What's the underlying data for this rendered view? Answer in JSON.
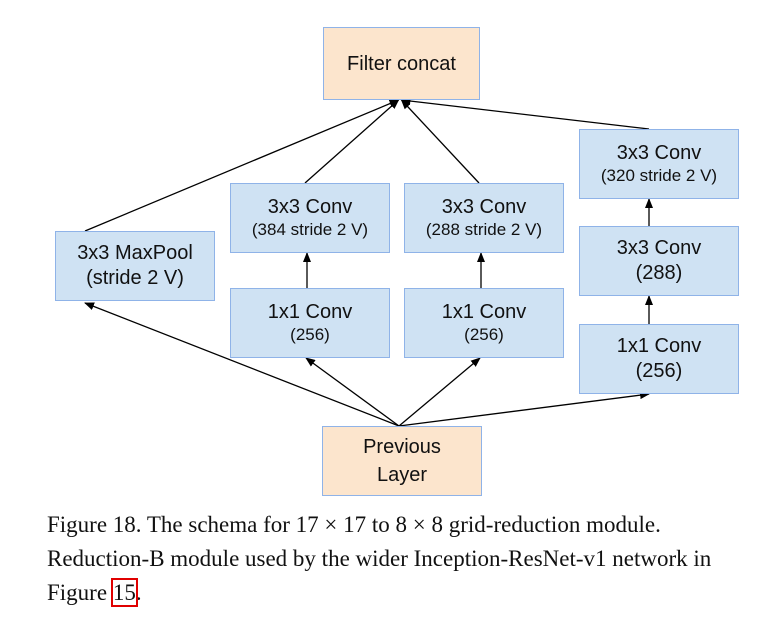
{
  "diagram": {
    "nodes": {
      "filter_concat": {
        "label": "Filter concat"
      },
      "maxpool": {
        "line1": "3x3 MaxPool",
        "line2": "(stride 2 V)"
      },
      "conv3_384": {
        "line1": "3x3 Conv",
        "line2": "(384 stride 2 V)"
      },
      "conv1_left": {
        "line1": "1x1 Conv",
        "line2": "(256)"
      },
      "conv3_288s2": {
        "line1": "3x3 Conv",
        "line2": "(288 stride 2 V)"
      },
      "conv1_mid": {
        "line1": "1x1 Conv",
        "line2": "(256)"
      },
      "conv3_320": {
        "line1": "3x3 Conv",
        "line2": "(320 stride 2 V)"
      },
      "conv3_288": {
        "line1": "3x3 Conv",
        "line2": "(288)"
      },
      "conv1_right": {
        "line1": "1x1 Conv",
        "line2": "(256)"
      },
      "previous_layer": {
        "line1": "Previous",
        "line2": "Layer"
      }
    },
    "edges": [
      [
        "previous_layer",
        "maxpool"
      ],
      [
        "previous_layer",
        "conv1_left"
      ],
      [
        "previous_layer",
        "conv1_mid"
      ],
      [
        "previous_layer",
        "conv1_right"
      ],
      [
        "conv1_left",
        "conv3_384"
      ],
      [
        "conv1_mid",
        "conv3_288s2"
      ],
      [
        "conv1_right",
        "conv3_288"
      ],
      [
        "conv3_288",
        "conv3_320"
      ],
      [
        "maxpool",
        "filter_concat"
      ],
      [
        "conv3_384",
        "filter_concat"
      ],
      [
        "conv3_288s2",
        "filter_concat"
      ],
      [
        "conv3_320",
        "filter_concat"
      ]
    ],
    "colors": {
      "conv_fill": "#cfe2f3",
      "io_fill": "#fce5cd",
      "border": "#8fb3e8"
    }
  },
  "caption": {
    "text_before": "Figure 18. The schema for 17 × 17 to 8 × 8 grid-reduction module. Reduction-B module used by the wider Inception-ResNet-v1 network in Figure ",
    "ref": "15",
    "text_after": ".",
    "ref_color": "#e00000"
  }
}
